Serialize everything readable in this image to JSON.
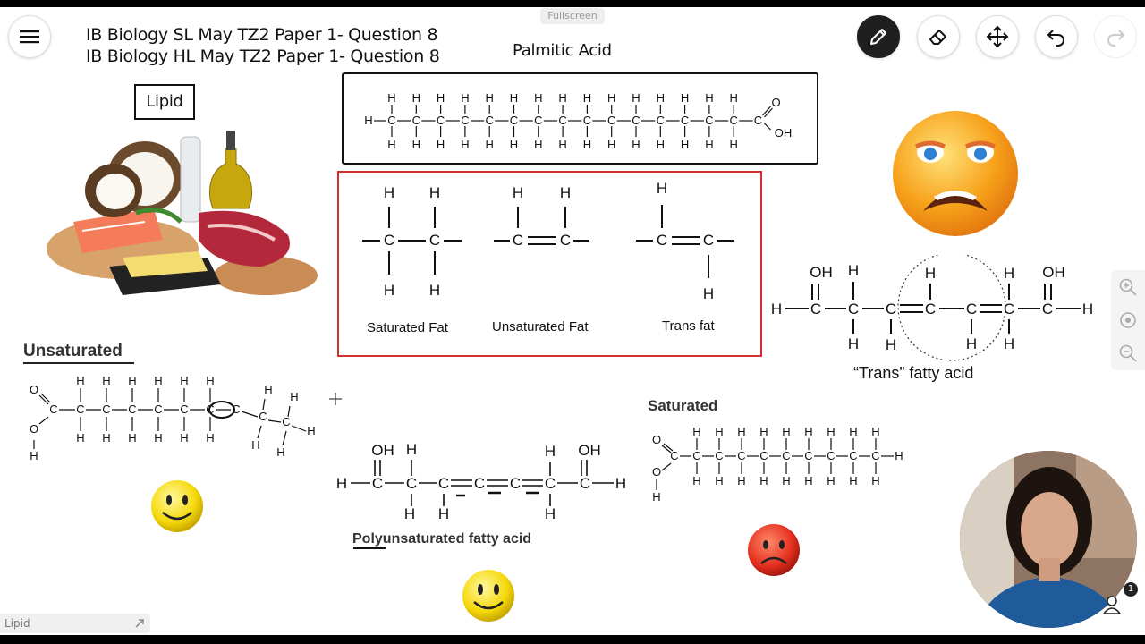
{
  "header": {
    "title_line1": "IB Biology SL May TZ2 Paper 1- Question 8",
    "title_line2": "IB Biology HL May TZ2 Paper 1- Question 8",
    "fullscreen_label": "Fullscreen"
  },
  "toolbar": {
    "tools": [
      "pen-icon",
      "eraser-icon",
      "move-icon",
      "undo-icon",
      "redo-icon"
    ],
    "active_tool": "pen-icon",
    "active_color": "#1f1f1f"
  },
  "canvas": {
    "palmitic_title": "Palmitic Acid",
    "lipid_box_label": "Lipid",
    "unsaturated_heading": "Unsaturated",
    "saturated_heading": "Saturated",
    "fat_types": {
      "saturated": "Saturated Fat",
      "unsaturated": "Unsaturated Fat",
      "trans": "Trans fat"
    },
    "trans_caption": "“Trans” fatty acid",
    "poly_prefix": "Poly",
    "poly_suffix": "unsaturated fatty acid",
    "atoms": {
      "h": "H",
      "c": "C",
      "o": "O",
      "oh": "OH"
    },
    "faces": [
      "happy-face-icon",
      "happy-face-icon",
      "sad-face-icon",
      "sad-emoji-icon"
    ]
  },
  "footer": {
    "page_name": "Lipid",
    "participants_count": "1"
  },
  "colors": {
    "red_box": "#d32f2f",
    "emoji_yellow": "#f5d90a",
    "sad_red": "#e53020"
  }
}
